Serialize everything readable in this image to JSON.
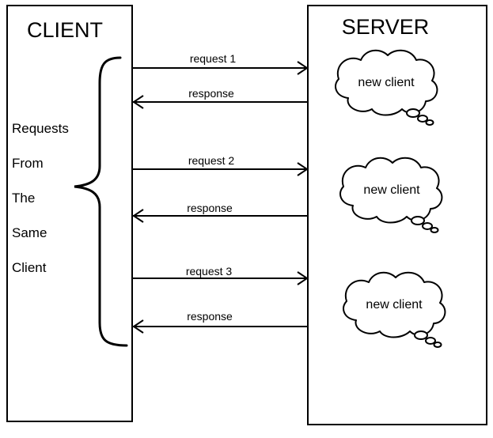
{
  "client": {
    "title": "CLIENT",
    "bracket_words": [
      "Requests",
      "From",
      "The",
      "Same",
      "Client"
    ]
  },
  "server": {
    "title": "SERVER"
  },
  "exchanges": [
    {
      "request_label": "request 1",
      "response_label": "response",
      "cloud_label": "new client"
    },
    {
      "request_label": "request 2",
      "response_label": "response",
      "cloud_label": "new client"
    },
    {
      "request_label": "request 3",
      "response_label": "response",
      "cloud_label": "new client"
    }
  ]
}
